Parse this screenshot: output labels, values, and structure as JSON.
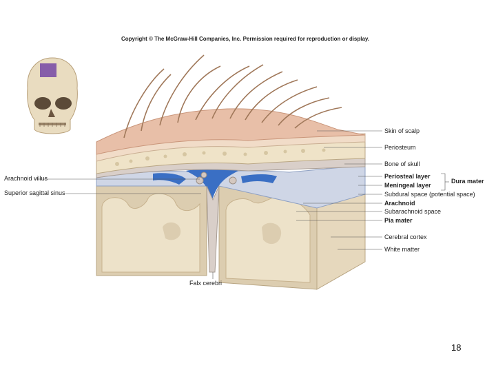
{
  "copyright": "Copyright © The McGraw-Hill Companies, Inc. Permission required for reproduction or display.",
  "page_number": "18",
  "labels": {
    "skin_of_scalp": "Skin of scalp",
    "periosteum": "Periosteum",
    "bone_of_skull": "Bone of skull",
    "periosteal_layer": "Periosteal layer",
    "meningeal_layer": "Meningeal layer",
    "dura_mater": "Dura mater",
    "arachnoid": "Arachnoid",
    "subdural_space": "Subdural space (potential space)",
    "subarachnoid_space": "Subarachnoid space",
    "pia_mater": "Pia mater",
    "cerebral_cortex": "Cerebral cortex",
    "white_matter": "White matter",
    "arachnoid_villus": "Arachnoid villus",
    "superior_sagittal_sinus": "Superior sagittal sinus",
    "falx_cerebri": "Falx cerebri"
  },
  "colors": {
    "skin": "#e8bfa8",
    "periosteum": "#f1dcc8",
    "bone": "#efe3c8",
    "dura": "#d9cfc9",
    "sinus_blue": "#3a6fc4",
    "gray_matter": "#dccdb0",
    "white_matter": "#ede2c9",
    "hair": "#a0785a",
    "skull": "#e9dcc0",
    "highlight": "#7b4fa6"
  }
}
